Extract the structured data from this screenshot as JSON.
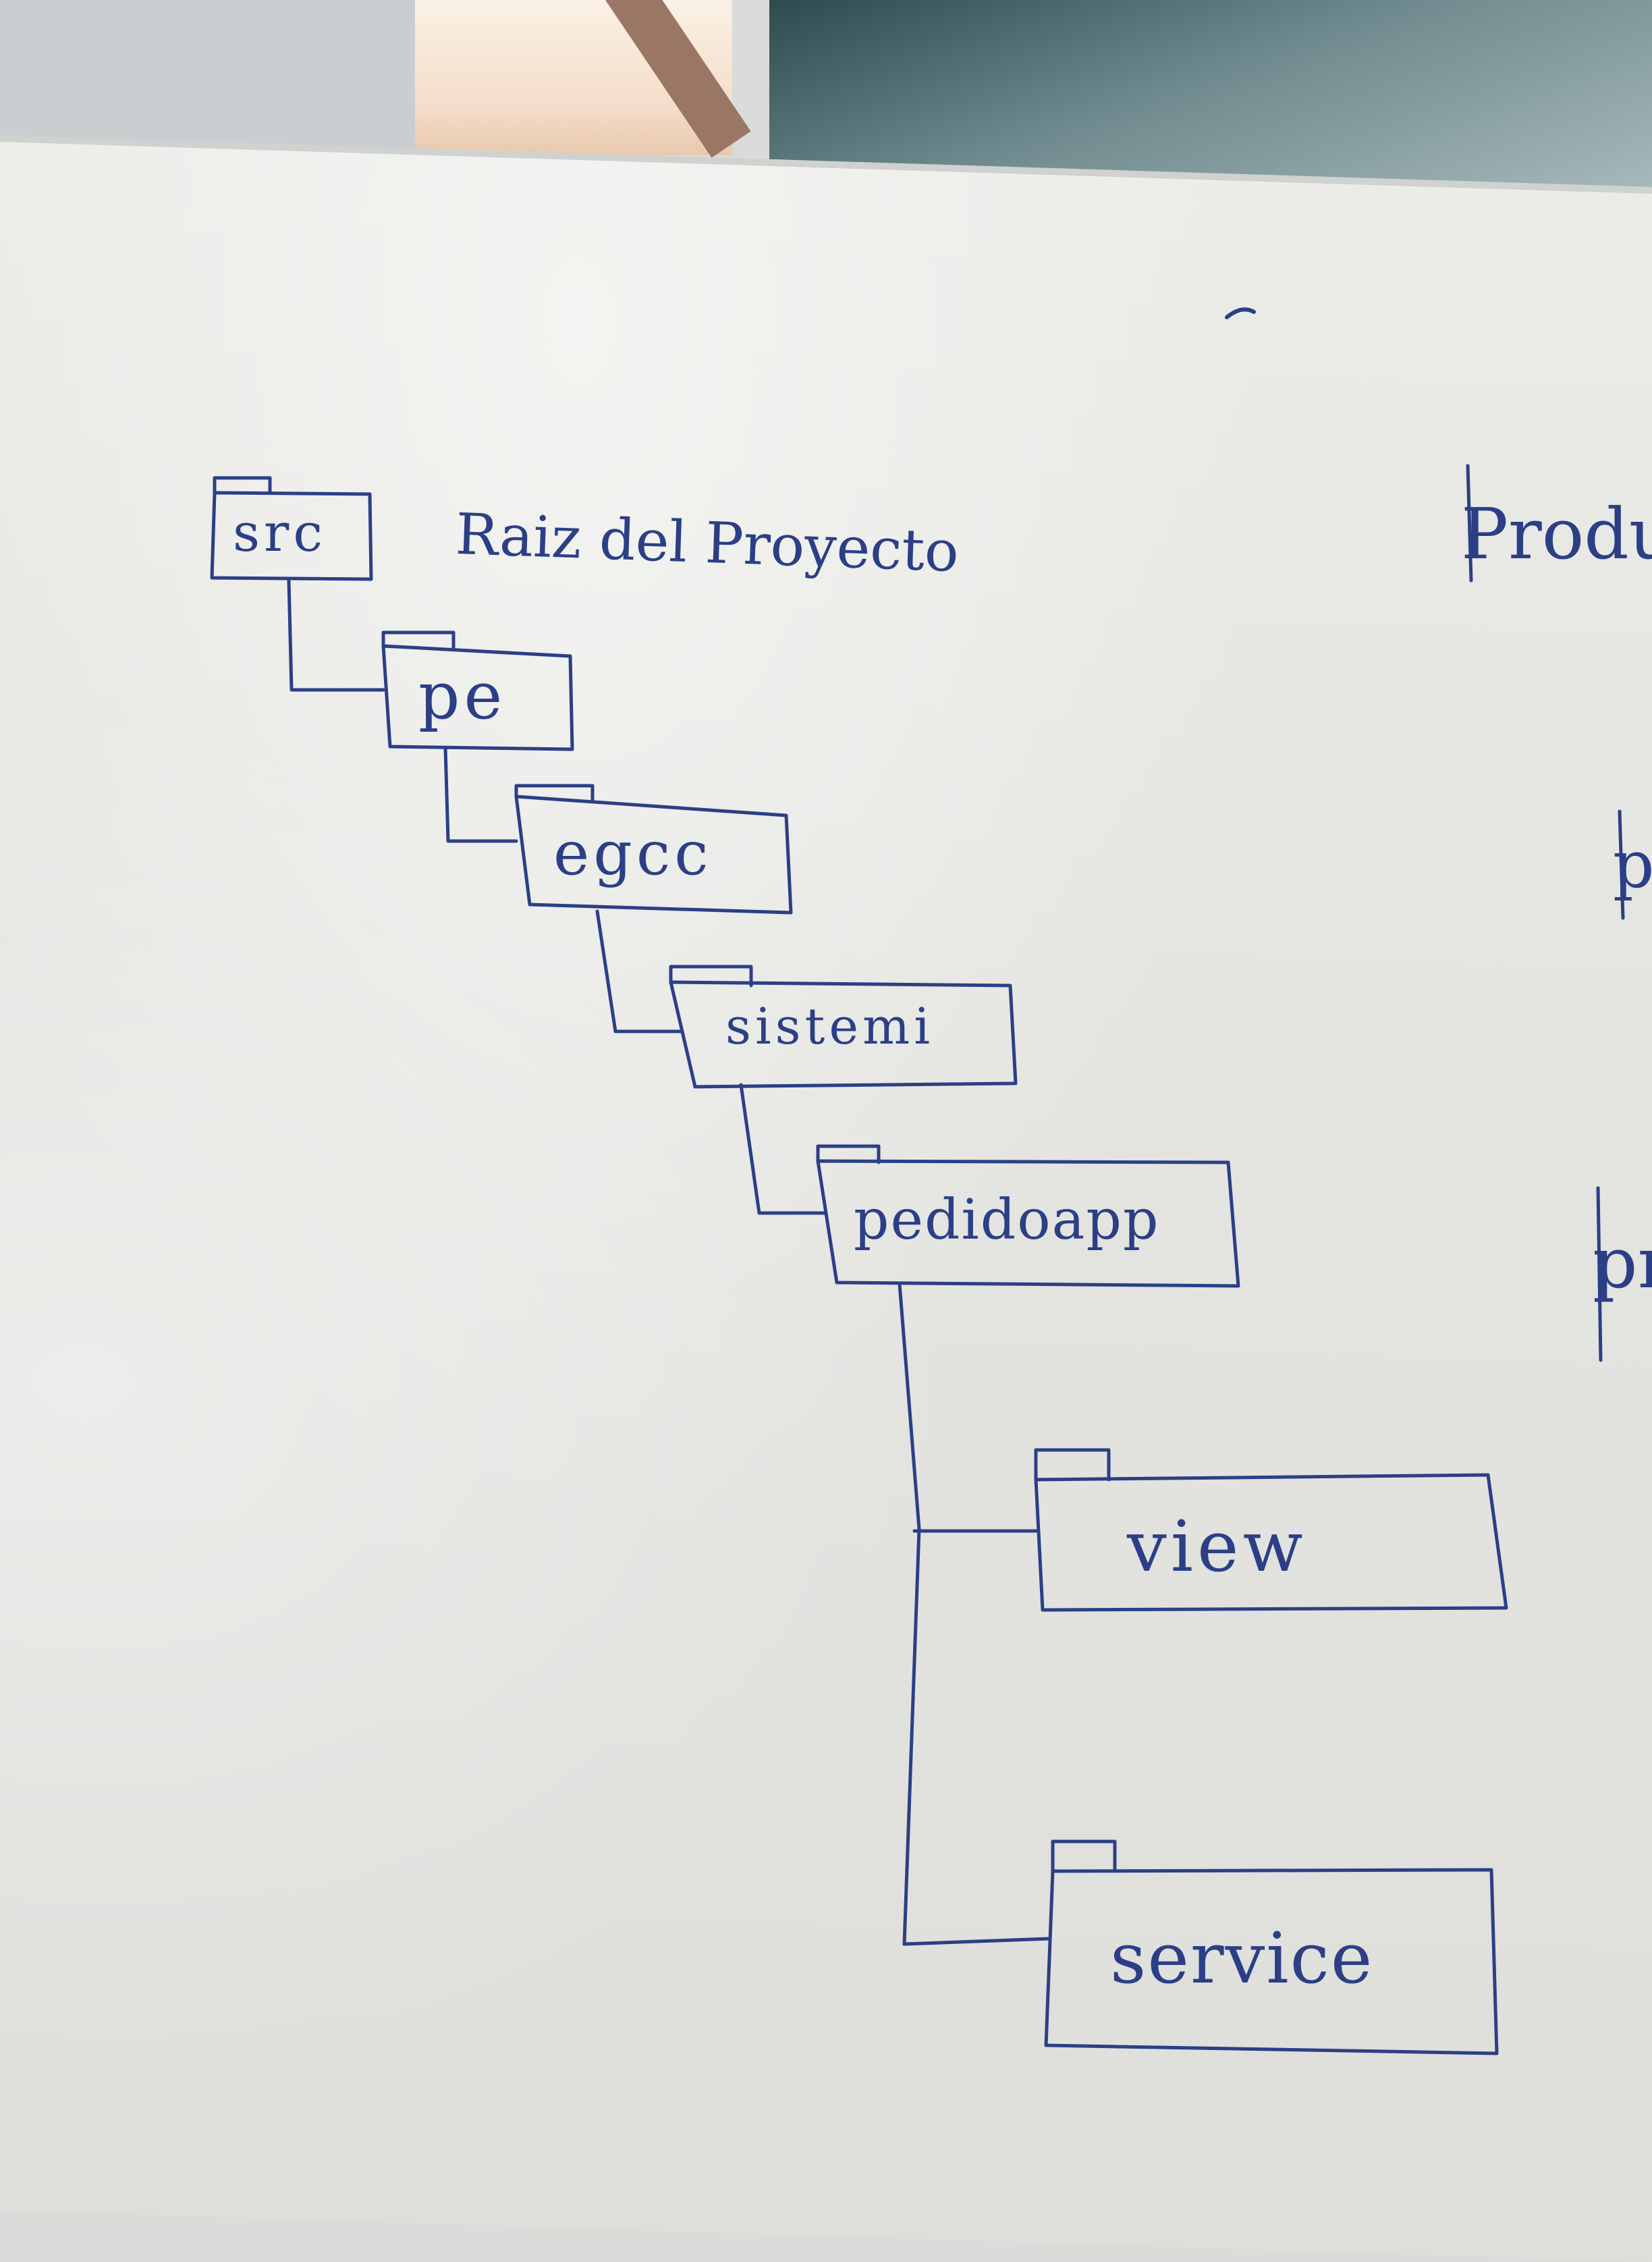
{
  "scene": {
    "description_colors": {
      "ink": "#2c3f86",
      "board": "#e6e7e3"
    }
  },
  "caption": "Raiz del Proyecto",
  "right_heading": "Produc",
  "right_fragments": [
    "p",
    "pr"
  ],
  "packages": [
    {
      "label": "src"
    },
    {
      "label": "pe"
    },
    {
      "label": "egcc"
    },
    {
      "label": "sistemi"
    },
    {
      "label": "pedidoapp"
    },
    {
      "label": "view"
    },
    {
      "label": "service"
    }
  ]
}
